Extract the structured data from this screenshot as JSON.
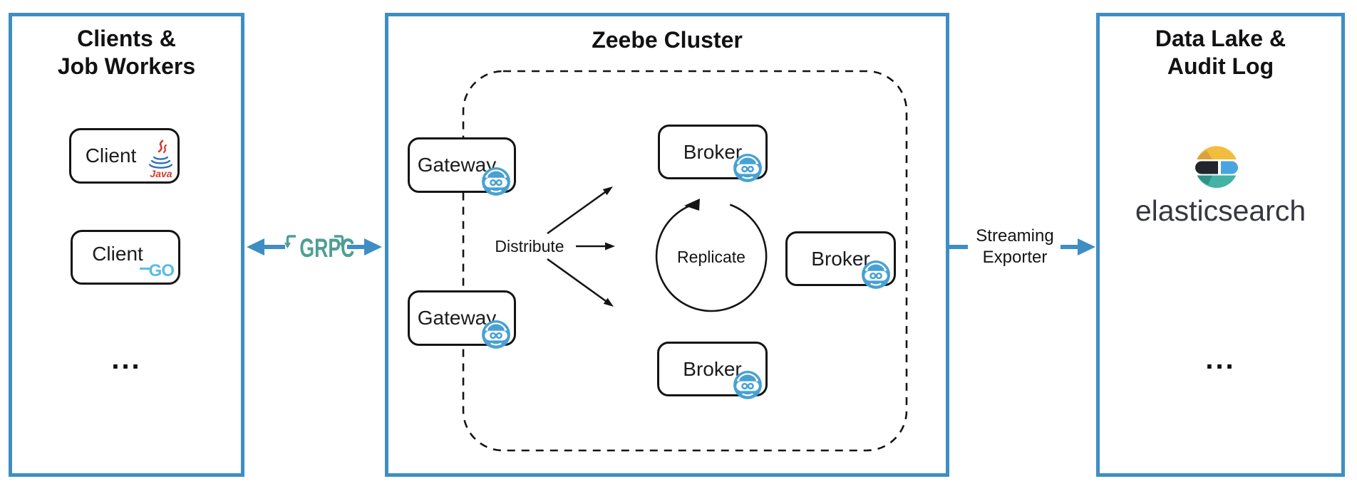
{
  "clients_panel": {
    "title_line1": "Clients &",
    "title_line2": "Job Workers",
    "client_java_label": "Client",
    "client_go_label": "Client",
    "java_badge": "Java",
    "go_badge": "GO",
    "more": "..."
  },
  "grpc_link": {
    "label": "GRPC"
  },
  "cluster_panel": {
    "title": "Zeebe Cluster",
    "gateway_top_label": "Gateway",
    "gateway_bottom_label": "Gateway",
    "distribute_label": "Distribute",
    "replicate_label": "Replicate",
    "broker_top_label": "Broker",
    "broker_right_label": "Broker",
    "broker_bottom_label": "Broker"
  },
  "exporter_link": {
    "line1": "Streaming",
    "line2": "Exporter"
  },
  "datalake_panel": {
    "title_line1": "Data Lake &",
    "title_line2": "Audit Log",
    "elasticsearch_label": "elasticsearch",
    "more": "..."
  },
  "colors": {
    "frame_blue": "#3e8ec4",
    "grpc_teal": "#4f9e97",
    "zeebe_blue": "#47a1d3",
    "go_blue": "#59bce5",
    "java_red": "#d23a2e",
    "java_blue": "#2f6fb5",
    "elastic_yellow": "#f1bd3c",
    "elastic_dark": "#22252c",
    "elastic_blue": "#4aa5de",
    "elastic_teal": "#43b3a5"
  }
}
